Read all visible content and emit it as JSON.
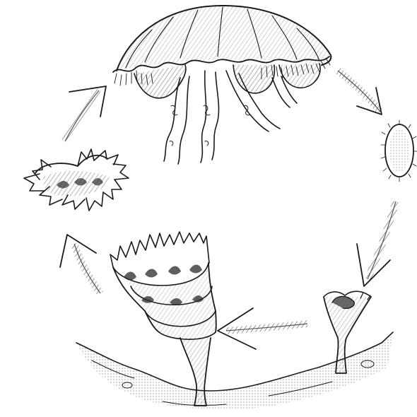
{
  "diagram": {
    "stages": [
      {
        "id": "medusa",
        "icon": "medusa-jellyfish-icon"
      },
      {
        "id": "planula",
        "icon": "planula-larva-icon"
      },
      {
        "id": "polyp",
        "icon": "polyp-icon"
      },
      {
        "id": "strobila",
        "icon": "strobila-icon"
      },
      {
        "id": "ephyra",
        "icon": "ephyra-icon"
      }
    ],
    "arrows": [
      {
        "from": "medusa",
        "to": "planula"
      },
      {
        "from": "planula",
        "to": "polyp"
      },
      {
        "from": "polyp",
        "to": "strobila"
      },
      {
        "from": "strobila",
        "to": "ephyra"
      },
      {
        "from": "ephyra",
        "to": "medusa"
      }
    ],
    "colors": {
      "ink": "#1a1a1a",
      "shade": "#555555",
      "background": "#ffffff"
    }
  }
}
